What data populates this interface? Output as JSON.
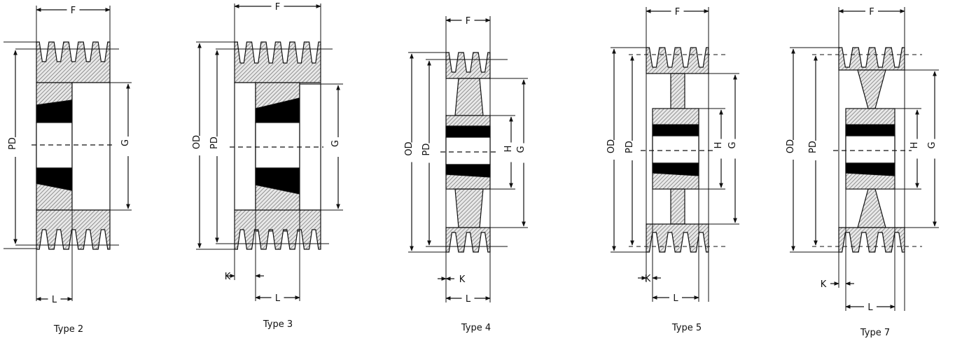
{
  "diagrams": [
    {
      "caption": "Type 2",
      "labels": {
        "F": "F",
        "PD": "PD",
        "G": "G",
        "L": "L"
      }
    },
    {
      "caption": "Type 3",
      "labels": {
        "F": "F",
        "OD": "OD",
        "PD": "PD",
        "G": "G",
        "K": "K",
        "L": "L"
      }
    },
    {
      "caption": "Type 4",
      "labels": {
        "F": "F",
        "OD": "OD",
        "PD": "PD",
        "H": "H",
        "G": "G",
        "K": "K",
        "L": "L"
      }
    },
    {
      "caption": "Type 5",
      "labels": {
        "F": "F",
        "OD": "OD",
        "PD": "PD",
        "H": "H",
        "G": "G",
        "K": "K",
        "L": "L"
      }
    },
    {
      "caption": "Type 7",
      "labels": {
        "F": "F",
        "OD": "OD",
        "PD": "PD",
        "H": "H",
        "G": "G",
        "K": "K",
        "L": "L"
      }
    }
  ],
  "colors": {
    "line": "#111111",
    "hatch": "#777777",
    "fill": "#000000"
  }
}
